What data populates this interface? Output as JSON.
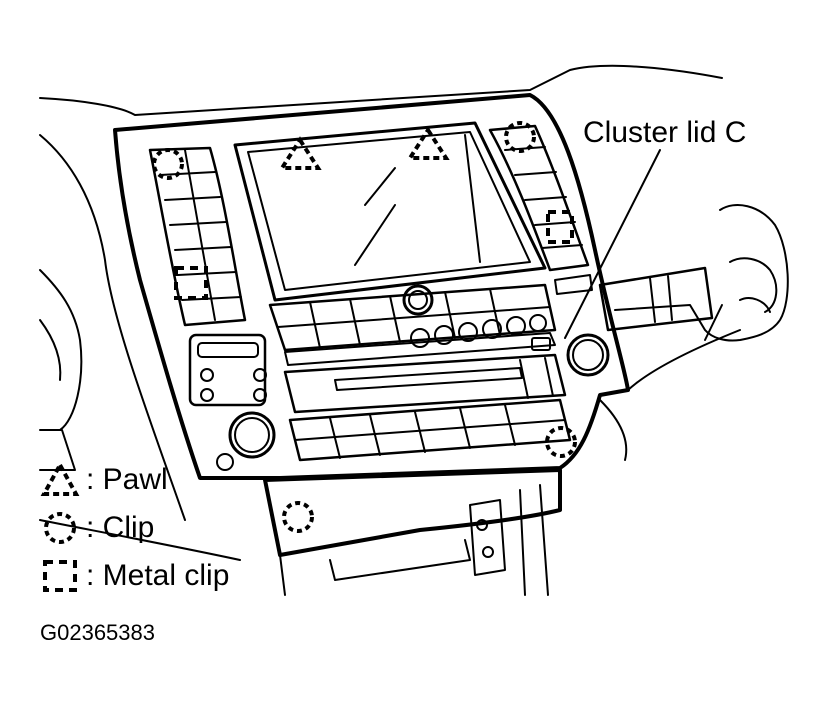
{
  "callout": {
    "label": "Cluster lid C"
  },
  "legend": [
    {
      "symbol": "pawl-triangle",
      "text": ": Pawl"
    },
    {
      "symbol": "clip-circle",
      "text": ": Clip"
    },
    {
      "symbol": "metal-clip-square",
      "text": ": Metal clip"
    }
  ],
  "figure_id": "G02365383",
  "colors": {
    "line": "#000000",
    "background": "#ffffff"
  }
}
